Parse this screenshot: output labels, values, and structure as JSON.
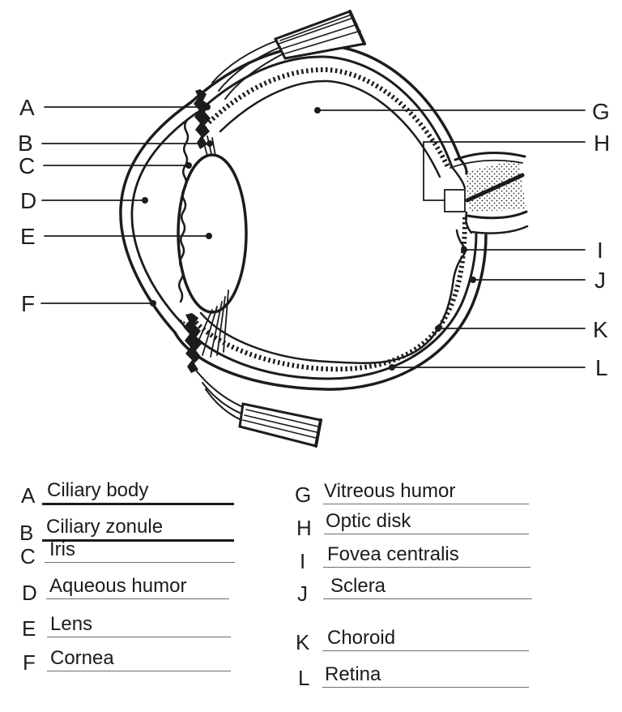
{
  "page": {
    "title": "Eye anatomy labeling diagram",
    "colors": {
      "ink": "#1c1c1c",
      "paper": "#ffffff",
      "thin_rule": "#6e6e6e"
    }
  },
  "diagram": {
    "kind": "human-eye-cross-section",
    "labels": [
      {
        "letter": "A"
      },
      {
        "letter": "B"
      },
      {
        "letter": "C"
      },
      {
        "letter": "D"
      },
      {
        "letter": "E"
      },
      {
        "letter": "F"
      },
      {
        "letter": "G"
      },
      {
        "letter": "H"
      },
      {
        "letter": "I"
      },
      {
        "letter": "J"
      },
      {
        "letter": "K"
      },
      {
        "letter": "L"
      }
    ]
  },
  "answers": {
    "left": [
      {
        "letter": "A",
        "term": "Ciliary body"
      },
      {
        "letter": "B",
        "term": "Ciliary zonule"
      },
      {
        "letter": "C",
        "term": "Iris"
      },
      {
        "letter": "D",
        "term": "Aqueous humor"
      },
      {
        "letter": "E",
        "term": "Lens"
      },
      {
        "letter": "F",
        "term": "Cornea"
      }
    ],
    "right": [
      {
        "letter": "G",
        "term": "Vitreous humor"
      },
      {
        "letter": "H",
        "term": "Optic disk"
      },
      {
        "letter": "I",
        "term": "Fovea centralis"
      },
      {
        "letter": "J",
        "term": "Sclera"
      },
      {
        "letter": "K",
        "term": "Choroid"
      },
      {
        "letter": "L",
        "term": "Retina"
      }
    ]
  }
}
